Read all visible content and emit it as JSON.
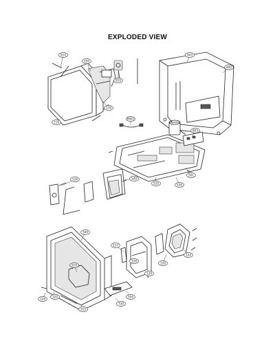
{
  "title": "EXPLODED VIEW",
  "parts": [
    {
      "id": "p910a",
      "label": "910"
    },
    {
      "id": "p150",
      "label": "150"
    },
    {
      "id": "p910b",
      "label": "910"
    },
    {
      "id": "p110",
      "label": "110"
    },
    {
      "id": "p170",
      "label": "170"
    },
    {
      "id": "p8901",
      "label": "P801"
    },
    {
      "id": "p943",
      "label": "943"
    },
    {
      "id": "p400",
      "label": "400"
    },
    {
      "id": "p803",
      "label": "803"
    },
    {
      "id": "p501",
      "label": "501"
    },
    {
      "id": "p530",
      "label": "530"
    },
    {
      "id": "p520",
      "label": "520"
    },
    {
      "id": "p540",
      "label": "540"
    },
    {
      "id": "p126",
      "label": "126"
    },
    {
      "id": "p300",
      "label": "300"
    },
    {
      "id": "p127",
      "label": "127"
    },
    {
      "id": "p310",
      "label": "310"
    },
    {
      "id": "p128",
      "label": "128"
    },
    {
      "id": "p120a",
      "label": "120"
    },
    {
      "id": "p124",
      "label": "124"
    },
    {
      "id": "p120b",
      "label": "120"
    },
    {
      "id": "p326",
      "label": "326"
    },
    {
      "id": "p320",
      "label": "320"
    },
    {
      "id": "p315",
      "label": "315"
    },
    {
      "id": "p550",
      "label": "550"
    },
    {
      "id": "p730",
      "label": "730"
    }
  ]
}
